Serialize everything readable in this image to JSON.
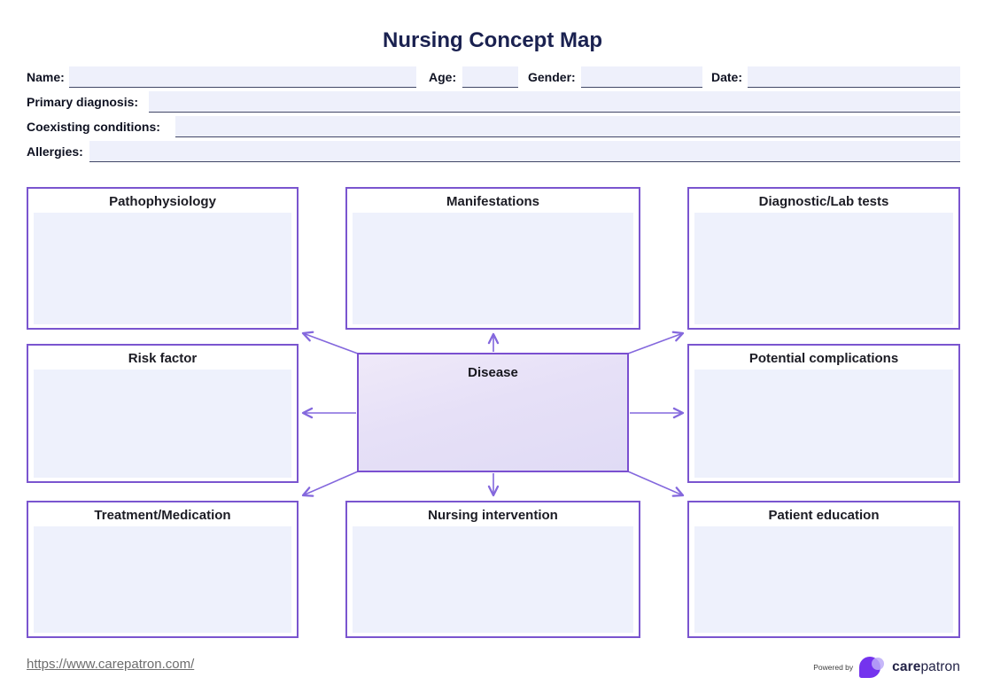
{
  "title": "Nursing Concept Map",
  "form": {
    "name_label": "Name:",
    "age_label": "Age:",
    "gender_label": "Gender:",
    "date_label": "Date:",
    "primary_diagnosis_label": "Primary diagnosis:",
    "coexisting_conditions_label": "Coexisting conditions:",
    "allergies_label": "Allergies:",
    "values": {
      "name": "",
      "age": "",
      "gender": "",
      "date": "",
      "primary_diagnosis": "",
      "coexisting_conditions": "",
      "allergies": ""
    }
  },
  "map": {
    "center": {
      "label": "Disease",
      "value": ""
    },
    "nodes": [
      {
        "id": "pathophysiology",
        "label": "Pathophysiology",
        "value": ""
      },
      {
        "id": "manifestations",
        "label": "Manifestations",
        "value": ""
      },
      {
        "id": "diagnostic-lab-tests",
        "label": "Diagnostic/Lab tests",
        "value": ""
      },
      {
        "id": "risk-factor",
        "label": "Risk factor",
        "value": ""
      },
      {
        "id": "potential-complications",
        "label": "Potential complications",
        "value": ""
      },
      {
        "id": "treatment-medication",
        "label": "Treatment/Medication",
        "value": ""
      },
      {
        "id": "nursing-intervention",
        "label": "Nursing intervention",
        "value": ""
      },
      {
        "id": "patient-education",
        "label": "Patient education",
        "value": ""
      }
    ]
  },
  "footer": {
    "link": "https://www.carepatron.com/",
    "powered_by": "Powered by",
    "brand_care": "care",
    "brand_patron": "patron"
  },
  "colors": {
    "box_border": "#7a55cf",
    "arrow": "#8468dd",
    "field_fill": "#eef0fb",
    "field_underline": "#414766",
    "box_fill": "#eef1fc",
    "title_navy": "#1a2150",
    "logo_purple": "#7433ee"
  }
}
